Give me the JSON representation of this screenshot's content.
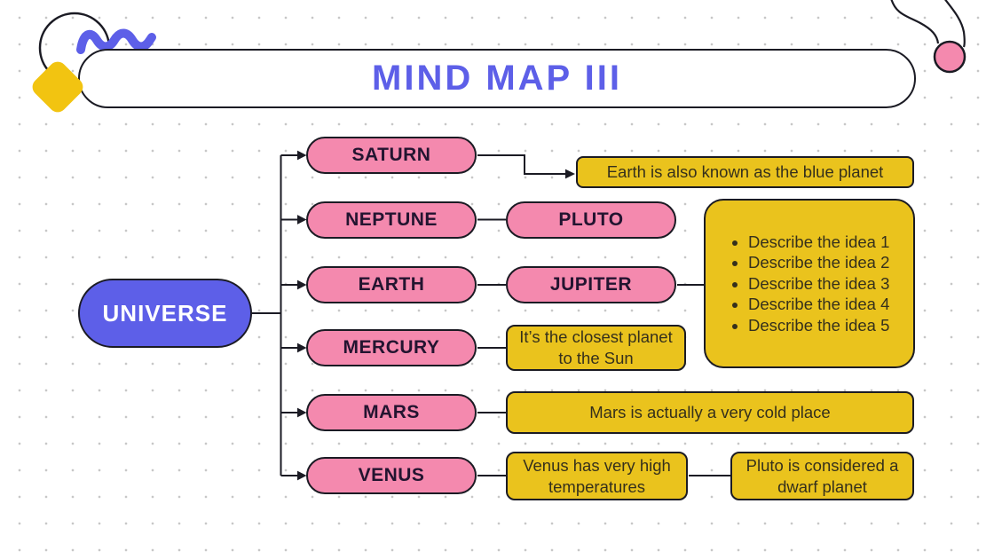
{
  "slide": {
    "title": "MIND MAP III"
  },
  "colors": {
    "accent_purple": "#5D5FE8",
    "accent_pink": "#F489AE",
    "accent_yellow": "#EAC31D",
    "outline_black": "#1B1B24"
  },
  "nodes": {
    "root": "UNIVERSE",
    "level1": [
      "SATURN",
      "NEPTUNE",
      "EARTH",
      "MERCURY",
      "MARS",
      "VENUS"
    ],
    "level2": [
      "PLUTO",
      "JUPITER"
    ]
  },
  "notes": {
    "earth_note": "Earth is also known as the blue planet",
    "ideas": [
      "Describe the idea 1",
      "Describe the idea 2",
      "Describe the idea 3",
      "Describe the idea 4",
      "Describe the idea 5"
    ],
    "mercury_note": "It’s the closest planet to the Sun",
    "mars_note": "Mars is actually a very cold place",
    "venus_note": "Venus has very high temperatures",
    "pluto_note": "Pluto is considered a dwarf planet"
  }
}
